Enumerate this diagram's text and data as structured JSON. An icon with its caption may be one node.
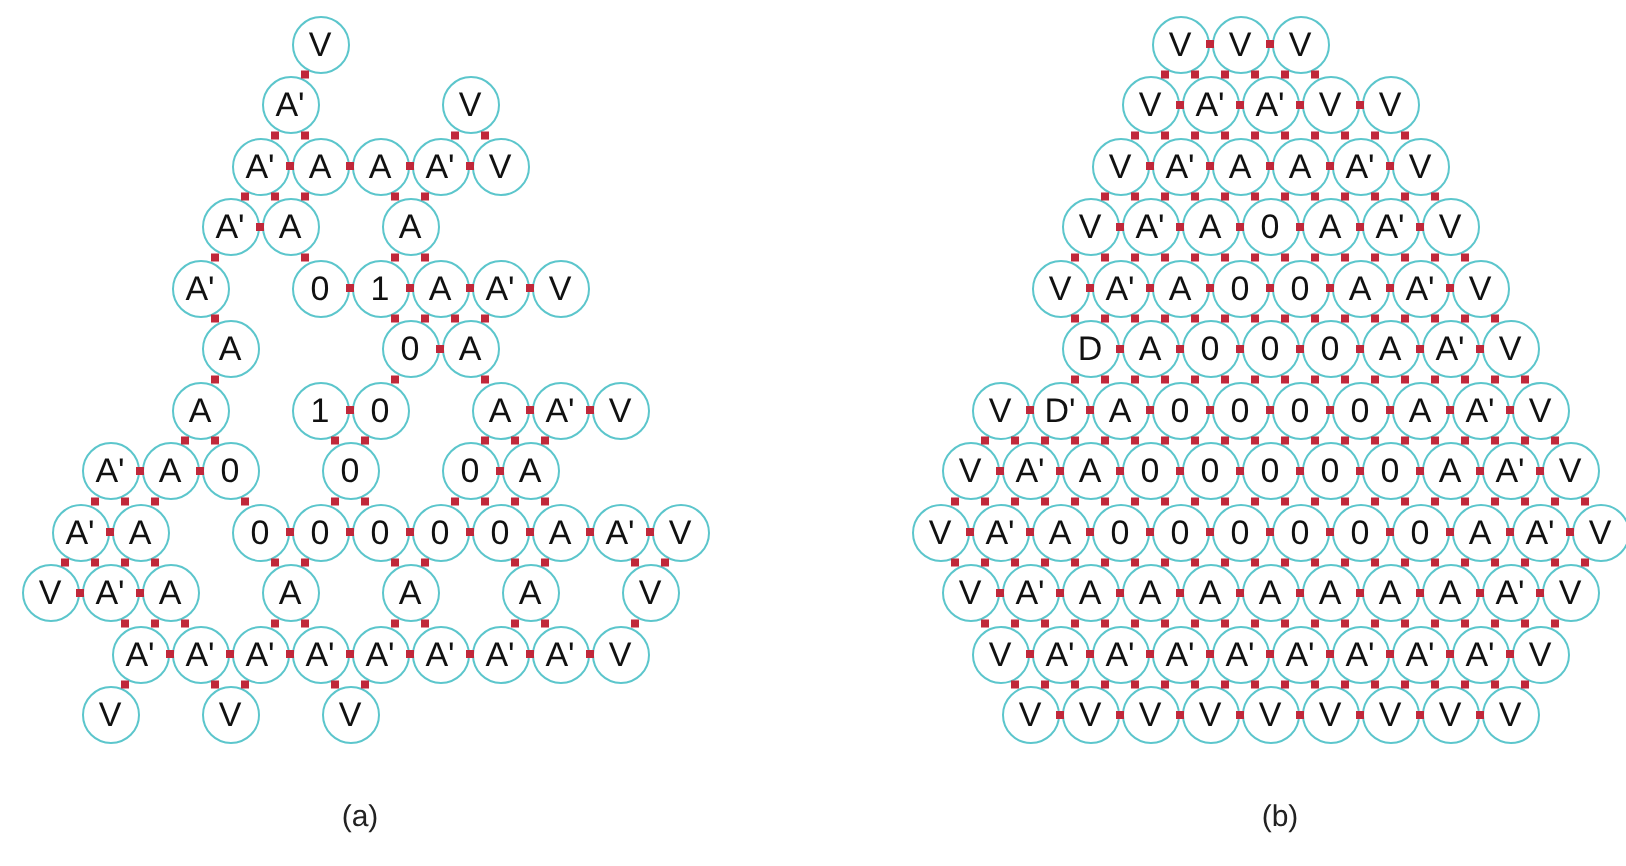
{
  "diagram": {
    "nodes": [
      {
        "text": [
          "V"
        ]
      },
      {
        "text": [
          "A'"
        ]
      },
      {
        "text": [
          "V"
        ]
      },
      {
        "text": [
          "A'"
        ]
      },
      {
        "text": [
          "A"
        ]
      },
      {
        "text": [
          "A"
        ]
      },
      {
        "text": [
          "A'"
        ]
      },
      {
        "text": [
          "V"
        ]
      },
      {
        "text": [
          "A'"
        ]
      },
      {
        "text": [
          "A"
        ]
      },
      {
        "text": [
          "A"
        ]
      },
      {
        "text": [
          "A'"
        ]
      },
      {
        "text": [
          "0"
        ]
      },
      {
        "text": [
          "1"
        ]
      },
      {
        "text": [
          "A"
        ]
      },
      {
        "text": [
          "A'"
        ]
      },
      {
        "text": [
          "V"
        ]
      },
      {
        "text": [
          "A"
        ]
      },
      {
        "text": [
          "0"
        ]
      },
      {
        "text": [
          "A"
        ]
      },
      {
        "text": [
          "A"
        ]
      },
      {
        "text": [
          "1"
        ]
      },
      {
        "text": [
          "0"
        ]
      },
      {
        "text": [
          "A"
        ]
      },
      {
        "text": [
          "A'"
        ]
      },
      {
        "text": [
          "V"
        ]
      },
      {
        "text": [
          "A'"
        ]
      },
      {
        "text": [
          "A"
        ]
      },
      {
        "text": [
          "0"
        ]
      },
      {
        "text": [
          "0"
        ]
      },
      {
        "text": [
          "0"
        ]
      },
      {
        "text": [
          "A"
        ]
      },
      {
        "text": [
          "A'"
        ]
      },
      {
        "text": [
          "A"
        ]
      },
      {
        "text": [
          "0"
        ]
      },
      {
        "text": [
          "0"
        ]
      },
      {
        "text": [
          "0"
        ]
      },
      {
        "text": [
          "0"
        ]
      },
      {
        "text": [
          "0"
        ]
      },
      {
        "text": [
          "A"
        ]
      },
      {
        "text": [
          "A'"
        ]
      },
      {
        "text": [
          "V"
        ]
      },
      {
        "text": [
          "V"
        ]
      },
      {
        "text": [
          "A'"
        ]
      },
      {
        "text": [
          "A"
        ]
      },
      {
        "text": [
          "A"
        ]
      },
      {
        "text": [
          "A"
        ]
      },
      {
        "text": [
          "A"
        ]
      },
      {
        "text": [
          "V"
        ]
      },
      {
        "text": [
          "A'"
        ]
      },
      {
        "text": [
          "A'"
        ]
      },
      {
        "text": [
          "A'"
        ]
      },
      {
        "text": [
          "A'"
        ]
      },
      {
        "text": [
          "A'"
        ]
      },
      {
        "text": [
          "A'"
        ]
      },
      {
        "text": [
          "A'"
        ]
      },
      {
        "text": [
          "A'"
        ]
      },
      {
        "text": [
          "V"
        ]
      },
      {
        "text": [
          "V"
        ]
      },
      {
        "text": [
          "V"
        ]
      },
      {
        "text": [
          "V"
        ]
      },
      {
        "text": [
          "V"
        ]
      },
      {
        "text": [
          "V"
        ]
      },
      {
        "text": [
          "V"
        ]
      },
      {
        "text": [
          "V"
        ]
      },
      {
        "text": [
          "A'"
        ]
      },
      {
        "text": [
          "A'"
        ]
      },
      {
        "text": [
          "V"
        ]
      },
      {
        "text": [
          "V"
        ]
      },
      {
        "text": [
          "V"
        ]
      },
      {
        "text": [
          "A'"
        ]
      },
      {
        "text": [
          "A"
        ]
      },
      {
        "text": [
          "A"
        ]
      },
      {
        "text": [
          "A'"
        ]
      },
      {
        "text": [
          "V"
        ]
      },
      {
        "text": [
          "V"
        ]
      },
      {
        "text": [
          "A'"
        ]
      },
      {
        "text": [
          "A"
        ]
      },
      {
        "text": [
          "0"
        ]
      },
      {
        "text": [
          "A"
        ]
      },
      {
        "text": [
          "A'"
        ]
      },
      {
        "text": [
          "V"
        ]
      },
      {
        "text": [
          "V"
        ]
      },
      {
        "text": [
          "A'"
        ]
      },
      {
        "text": [
          "A"
        ]
      },
      {
        "text": [
          "0"
        ]
      },
      {
        "text": [
          "0"
        ]
      },
      {
        "text": [
          "A"
        ]
      },
      {
        "text": [
          "A'"
        ]
      },
      {
        "text": [
          "V"
        ]
      },
      {
        "text": [
          "D"
        ]
      },
      {
        "text": [
          "A"
        ]
      },
      {
        "text": [
          "0"
        ]
      },
      {
        "text": [
          "0"
        ]
      },
      {
        "text": [
          "0"
        ]
      },
      {
        "text": [
          "A"
        ]
      },
      {
        "text": [
          "A'"
        ]
      },
      {
        "text": [
          "V"
        ]
      },
      {
        "text": [
          "V"
        ]
      },
      {
        "text": [
          "D'"
        ]
      },
      {
        "text": [
          "A"
        ]
      },
      {
        "text": [
          "0"
        ]
      },
      {
        "text": [
          "0"
        ]
      },
      {
        "text": [
          "0"
        ]
      },
      {
        "text": [
          "0"
        ]
      },
      {
        "text": [
          "A"
        ]
      },
      {
        "text": [
          "A'"
        ]
      },
      {
        "text": [
          "V"
        ]
      },
      {
        "text": [
          "V"
        ]
      },
      {
        "text": [
          "A'"
        ]
      },
      {
        "text": [
          "A"
        ]
      },
      {
        "text": [
          "0"
        ]
      },
      {
        "text": [
          "0"
        ]
      },
      {
        "text": [
          "0"
        ]
      },
      {
        "text": [
          "0"
        ]
      },
      {
        "text": [
          "0"
        ]
      },
      {
        "text": [
          "A"
        ]
      },
      {
        "text": [
          "A'"
        ]
      },
      {
        "text": [
          "V"
        ]
      },
      {
        "text": [
          "V"
        ]
      },
      {
        "text": [
          "A'"
        ]
      },
      {
        "text": [
          "A"
        ]
      },
      {
        "text": [
          "0"
        ]
      },
      {
        "text": [
          "0"
        ]
      },
      {
        "text": [
          "0"
        ]
      },
      {
        "text": [
          "0"
        ]
      },
      {
        "text": [
          "0"
        ]
      },
      {
        "text": [
          "0"
        ]
      },
      {
        "text": [
          "A"
        ]
      },
      {
        "text": [
          "A'"
        ]
      },
      {
        "text": [
          "V"
        ]
      },
      {
        "text": [
          "V"
        ]
      },
      {
        "text": [
          "A'"
        ]
      },
      {
        "text": [
          "A"
        ]
      },
      {
        "text": [
          "A"
        ]
      },
      {
        "text": [
          "A"
        ]
      },
      {
        "text": [
          "A"
        ]
      },
      {
        "text": [
          "A"
        ]
      },
      {
        "text": [
          "A"
        ]
      },
      {
        "text": [
          "A"
        ]
      },
      {
        "text": [
          "A'"
        ]
      },
      {
        "text": [
          "V"
        ]
      },
      {
        "text": [
          "V"
        ]
      },
      {
        "text": [
          "A'"
        ]
      },
      {
        "text": [
          "A'"
        ]
      },
      {
        "text": [
          "A'"
        ]
      },
      {
        "text": [
          "A'"
        ]
      },
      {
        "text": [
          "A'"
        ]
      },
      {
        "text": [
          "A'"
        ]
      },
      {
        "text": [
          "A'"
        ]
      },
      {
        "text": [
          "A'"
        ]
      },
      {
        "text": [
          "V"
        ]
      },
      {
        "text": [
          "V"
        ]
      },
      {
        "text": [
          "V"
        ]
      },
      {
        "text": [
          "V"
        ]
      },
      {
        "text": [
          "V"
        ]
      },
      {
        "text": [
          "V"
        ]
      },
      {
        "text": [
          "V"
        ]
      },
      {
        "text": [
          "V"
        ]
      },
      {
        "text": [
          "V"
        ]
      },
      {
        "text": [
          "V"
        ]
      }
    ],
    "labels": [
      "(a)",
      "(b)"
    ]
  }
}
